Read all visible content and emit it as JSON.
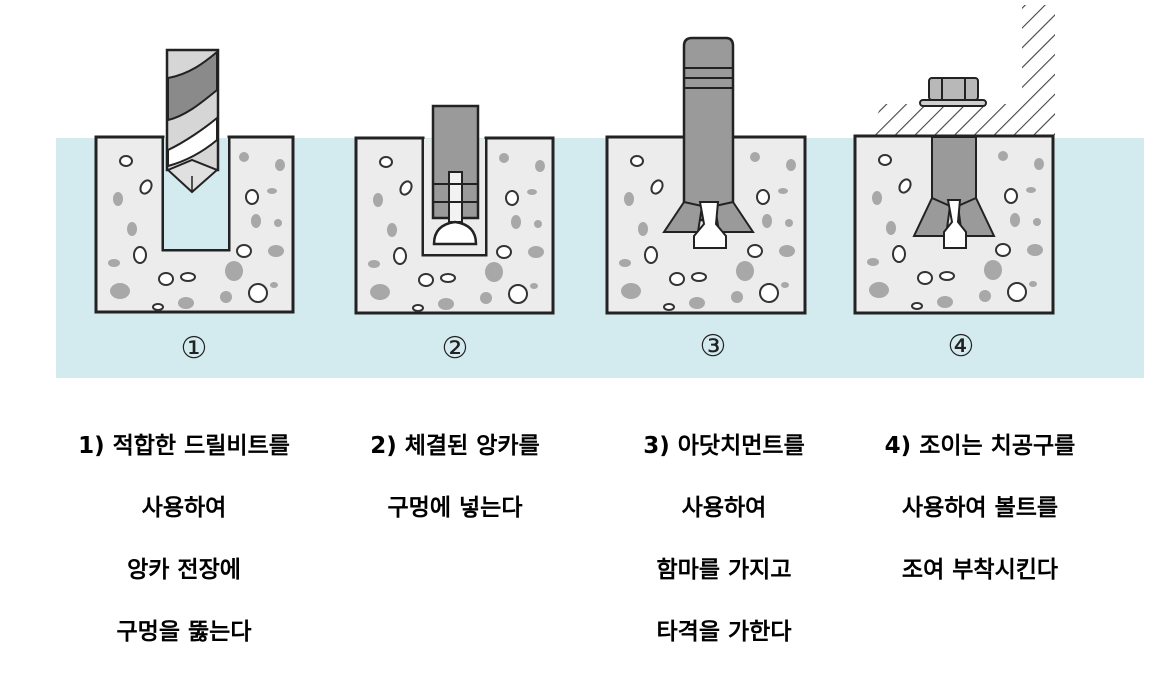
{
  "diagram": {
    "background_band_color": "#d3eaee",
    "concrete_fill": "#ececec",
    "aggregate_dark": "#a8a8a8",
    "outline_color": "#222222",
    "anchor_fill": "#9a9a9a",
    "drill_dark": "#8a8a8a",
    "drill_light": "#d6d6d6"
  },
  "steps": [
    {
      "number_symbol": "①",
      "illustration": "drill-bit-boring-hole",
      "caption_lines": [
        "1) 적합한 드릴비트를",
        "사용하여",
        "앙카 전장에",
        "구멍을 뚫는다"
      ]
    },
    {
      "number_symbol": "②",
      "illustration": "anchor-inserted-in-hole",
      "caption_lines": [
        "2) 체결된 앙카를",
        "구멍에 넣는다"
      ]
    },
    {
      "number_symbol": "③",
      "illustration": "anchor-expanded-by-setting-tool",
      "caption_lines": [
        "3) 아닷치먼트를",
        "사용하여",
        "함마를 가지고",
        "타격을 가한다"
      ]
    },
    {
      "number_symbol": "④",
      "illustration": "bolt-fastening-fixture",
      "caption_lines": [
        "4) 조이는 치공구를",
        "사용하여 볼트를",
        "조여 부착시킨다"
      ]
    }
  ]
}
